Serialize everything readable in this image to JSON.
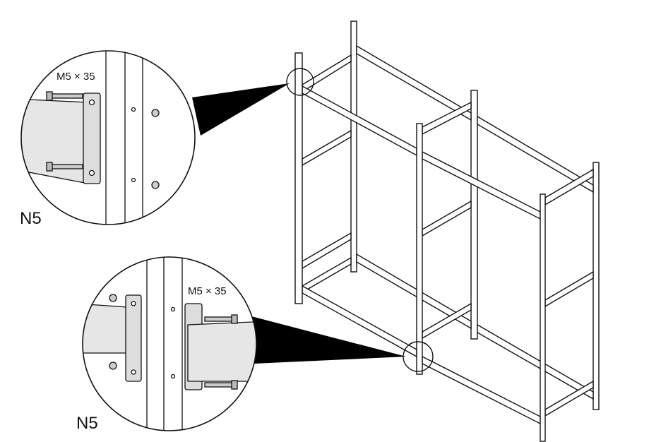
{
  "detail_top": {
    "bolt_spec": "M5 × 35",
    "part_code": "N5"
  },
  "detail_bottom": {
    "bolt_spec": "M5 × 35",
    "part_code": "N5"
  },
  "colors": {
    "line": "#111111",
    "metal": "#e6e6e6",
    "callout": "#000000"
  }
}
